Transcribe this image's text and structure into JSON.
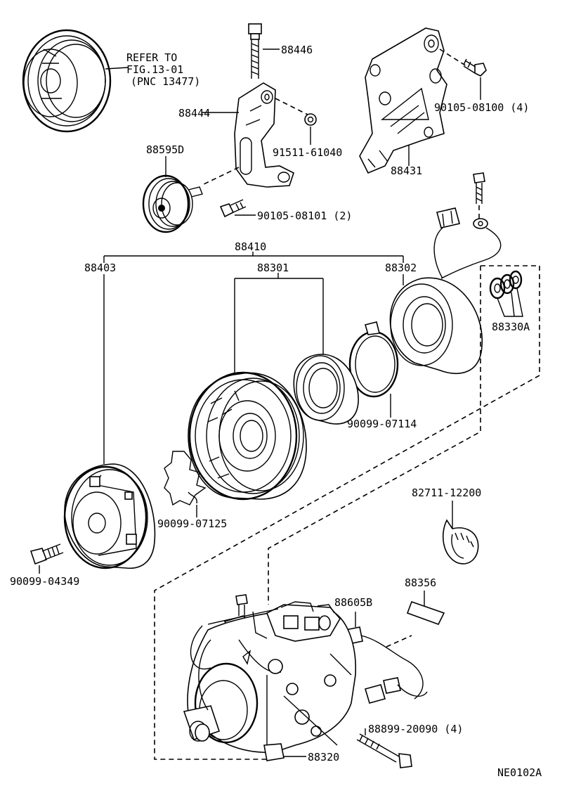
{
  "diagram": {
    "labels": {
      "ref_line1": "REFER TO",
      "ref_line2": "FIG.13-01",
      "ref_line3": "(PNC 13477)",
      "p88446": "88446",
      "p88444": "88444",
      "p91511": "91511-61040",
      "p88595D": "88595D",
      "p90105_08101": "90105-08101 (2)",
      "p90105_08100": "90105-08100 (4)",
      "p88431": "88431",
      "p88410": "88410",
      "p88403": "88403",
      "p88301": "88301",
      "p88302": "88302",
      "p88330A": "88330A",
      "p90099_07114": "90099-07114",
      "p90099_07125": "90099-07125",
      "p90099_04349": "90099-04349",
      "p82711": "82711-12200",
      "p88356": "88356",
      "p88605B": "88605B",
      "p88899": "88899-20090 (4)",
      "p88320": "88320",
      "code": "NE0102A"
    }
  }
}
